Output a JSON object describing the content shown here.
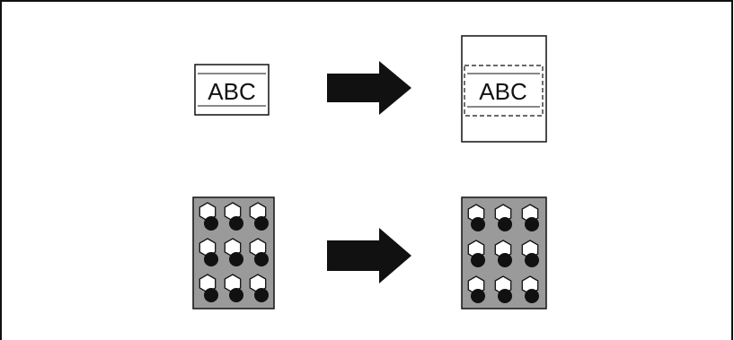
{
  "top_row": {
    "source_label": "ABC",
    "result_label": "ABC"
  },
  "bottom_row": {
    "source_pattern_rows": 3,
    "source_pattern_cols": 3,
    "result_pattern_rows": 3,
    "result_pattern_cols": 3
  },
  "colors": {
    "line": "#111111",
    "pattern_bg": "#9a9a9a",
    "dot": "#111111",
    "hex": "#ffffff"
  }
}
